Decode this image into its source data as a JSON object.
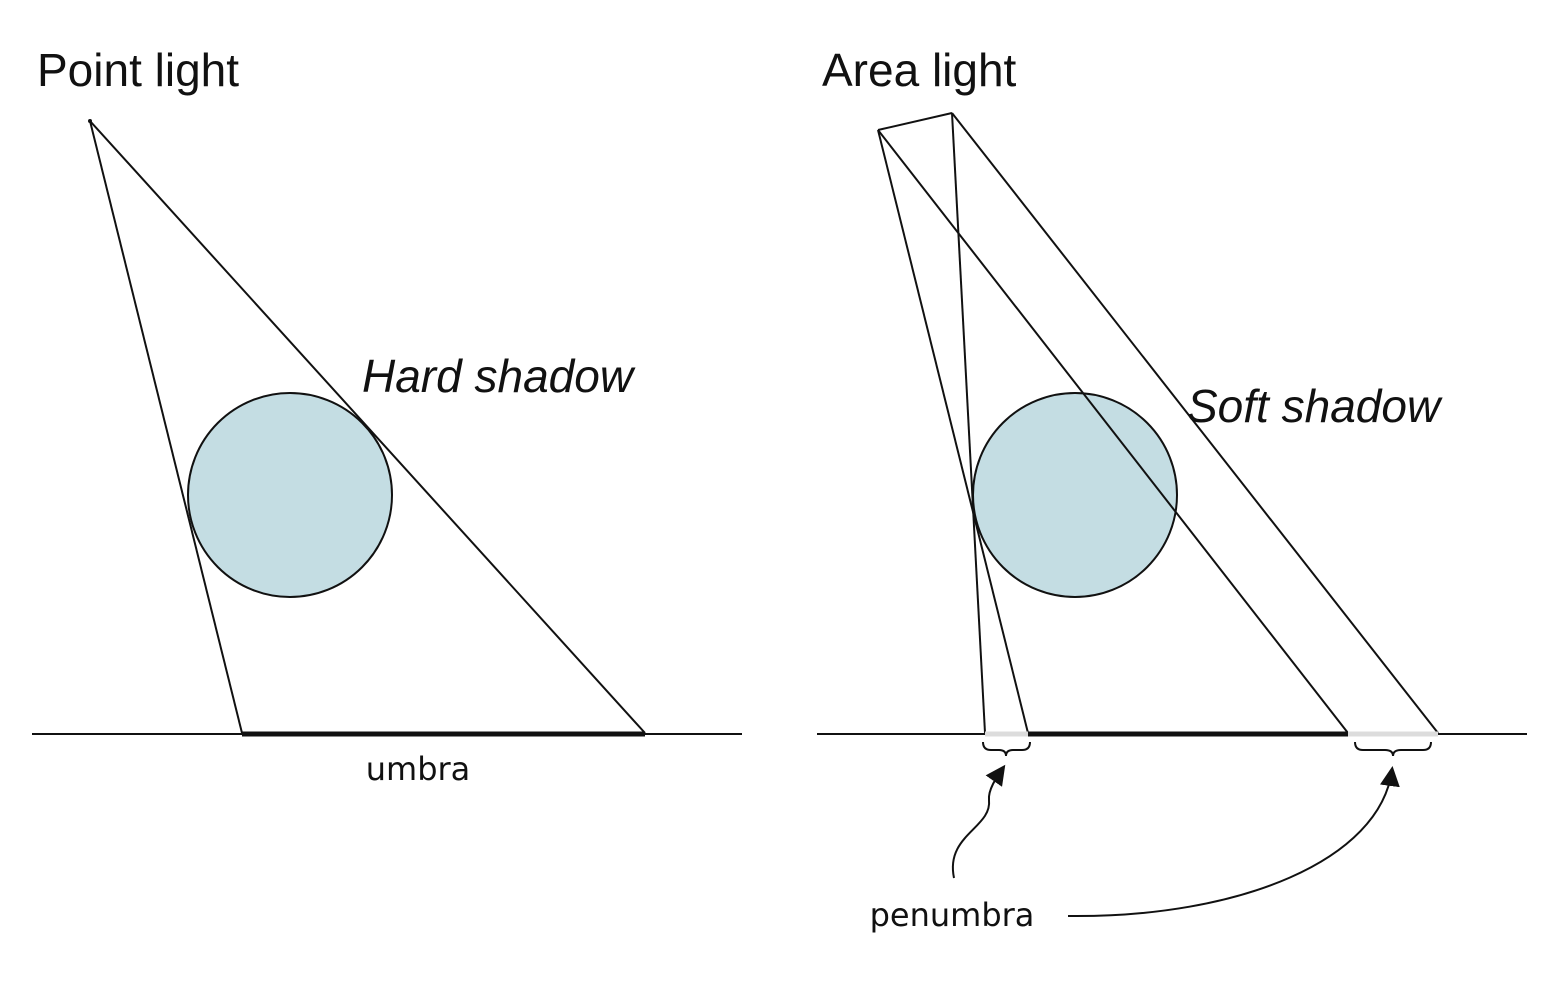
{
  "left_panel": {
    "title": "Point light",
    "shadow_label": "Hard shadow",
    "umbra_label": "umbra"
  },
  "right_panel": {
    "title": "Area light",
    "shadow_label": "Soft shadow",
    "penumbra_label": "penumbra"
  },
  "colors": {
    "occluder_fill": "#c4dde3",
    "line": "#111111",
    "penumbra_highlight": "#dcdcdc"
  }
}
